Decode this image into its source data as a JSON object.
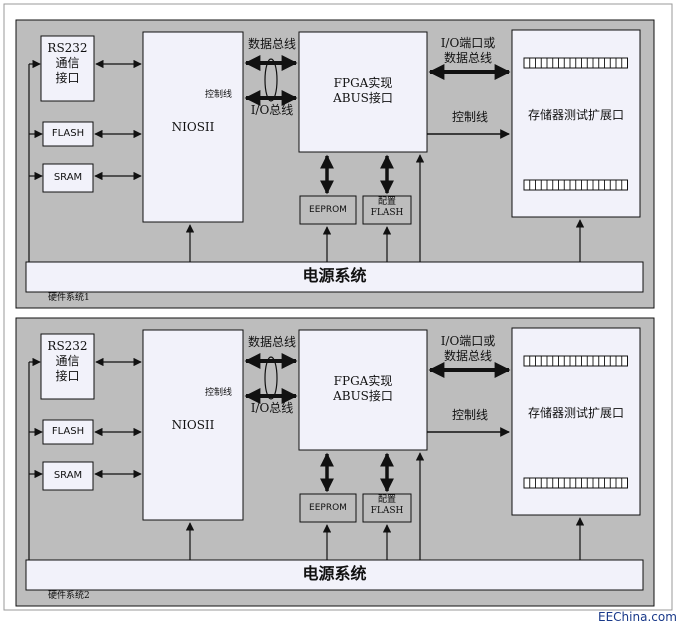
{
  "colors": {
    "system_bg": "#bdbdbd",
    "block_bg": "#f2f2fa",
    "line": "#111111",
    "watermark": "#1a3a8a"
  },
  "watermark": "EEChina.com",
  "systems": [
    {
      "caption": "硬件系统1",
      "rs232": "RS232\n通信\n接口",
      "flash": "FLASH",
      "sram": "SRAM",
      "nios": "NIOSII",
      "ctrl_small": "控制线",
      "data_bus": "数据总线",
      "io_bus": "I/O总线",
      "fpga": "FPGA实现\nABUS接口",
      "io_port": "I/O端口或\n数据总线",
      "ctrl_line": "控制线",
      "storage": "存储器测试扩展口",
      "eeprom": "EEPROM",
      "config_flash": "配置\nFLASH",
      "power": "电源系统"
    },
    {
      "caption": "硬件系统2",
      "rs232": "RS232\n通信\n接口",
      "flash": "FLASH",
      "sram": "SRAM",
      "nios": "NIOSII",
      "ctrl_small": "控制线",
      "data_bus": "数据总线",
      "io_bus": "I/O总线",
      "fpga": "FPGA实现\nABUS接口",
      "io_port": "I/O端口或\n数据总线",
      "ctrl_line": "控制线",
      "storage": "存储器测试扩展口",
      "eeprom": "EEPROM",
      "config_flash": "配置\nFLASH",
      "power": "电源系统"
    }
  ]
}
